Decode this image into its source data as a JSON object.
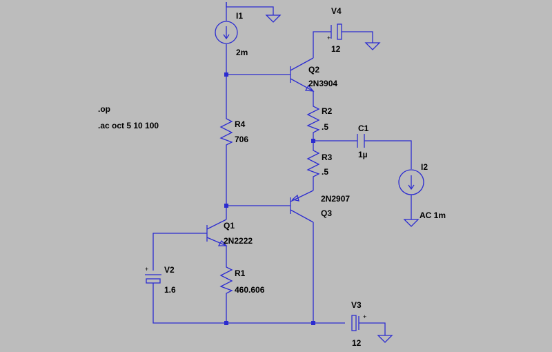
{
  "directives": {
    "op": ".op",
    "ac": ".ac oct 5 10 100"
  },
  "components": {
    "I1": {
      "name": "I1",
      "value": "2m"
    },
    "I2": {
      "name": "I2",
      "value": "AC 1m"
    },
    "V2": {
      "name": "V2",
      "value": "1.6",
      "plus": "+"
    },
    "V3": {
      "name": "V3",
      "value": "12",
      "plus": "+"
    },
    "V4": {
      "name": "V4",
      "value": "12",
      "plus": "+"
    },
    "Q1": {
      "name": "Q1",
      "model": "2N2222"
    },
    "Q2": {
      "name": "Q2",
      "model": "2N3904"
    },
    "Q3": {
      "name": "Q3",
      "model": "2N2907"
    },
    "R1": {
      "name": "R1",
      "value": "460.606"
    },
    "R2": {
      "name": "R2",
      "value": ".5"
    },
    "R3": {
      "name": "R3",
      "value": ".5"
    },
    "R4": {
      "name": "R4",
      "value": "706"
    },
    "C1": {
      "name": "C1",
      "value": "1µ"
    }
  },
  "colors": {
    "background": "#bcbcbc",
    "wire": "#2b2bd0",
    "text": "#000000"
  }
}
